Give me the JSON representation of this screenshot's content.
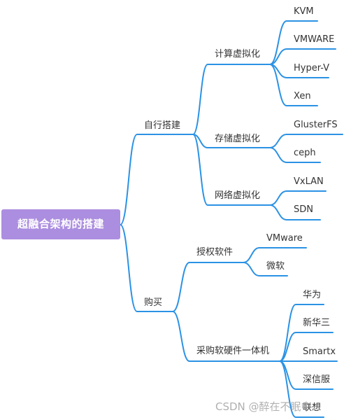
{
  "root": {
    "label": "超融合架构的搭建",
    "fill_color": "#ac8ee0",
    "text_color": "#ffffff"
  },
  "edge_color": "#2b92e4",
  "branches": [
    {
      "label": "自行搭建",
      "children": [
        {
          "label": "计算虚拟化",
          "children": [
            {
              "label": "KVM"
            },
            {
              "label": "VMWARE"
            },
            {
              "label": "Hyper-V"
            },
            {
              "label": "Xen"
            }
          ]
        },
        {
          "label": "存储虚拟化",
          "children": [
            {
              "label": "GlusterFS"
            },
            {
              "label": "ceph"
            }
          ]
        },
        {
          "label": "网络虚拟化",
          "children": [
            {
              "label": "VxLAN"
            },
            {
              "label": "SDN"
            }
          ]
        }
      ]
    },
    {
      "label": "购买",
      "children": [
        {
          "label": "授权软件",
          "children": [
            {
              "label": "VMware"
            },
            {
              "label": "微软"
            }
          ]
        },
        {
          "label": "采购软硬件一体机",
          "children": [
            {
              "label": "华为"
            },
            {
              "label": "新华三"
            },
            {
              "label": "Smartx"
            },
            {
              "label": "深信服"
            },
            {
              "label": "联想"
            }
          ]
        }
      ]
    }
  ],
  "watermark": "CSDN @醉在不眠中"
}
